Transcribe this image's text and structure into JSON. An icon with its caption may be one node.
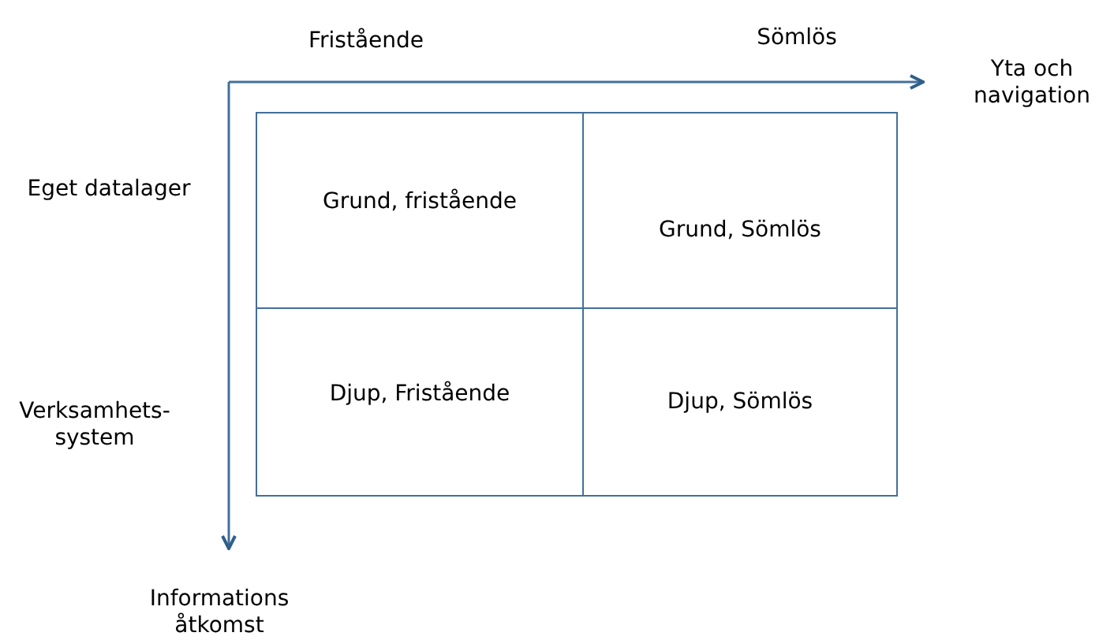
{
  "diagram": {
    "nodes": [
      {
        "text": [
          "Grund, fristående"
        ]
      },
      {
        "text": [
          "Grund, Sömlös"
        ]
      },
      {
        "text": [
          "Djup, Fristående"
        ]
      },
      {
        "text": [
          "Djup, Sömlös"
        ]
      }
    ],
    "labels": [
      "Fristående",
      "Sömlös",
      "Yta och navigation",
      "Eget datalager",
      "Verksamhets- system",
      "Informations åtkomst"
    ]
  }
}
